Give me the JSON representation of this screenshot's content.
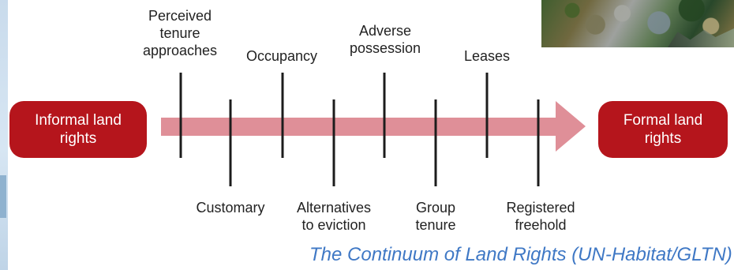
{
  "diagram": {
    "colors": {
      "box_fill": "#b5151c",
      "arrow_fill": "#df8f98",
      "marker_line": "#1c1c1c",
      "caption_text": "#3f78c5"
    },
    "left_box": {
      "label": "Informal land\nrights"
    },
    "right_box": {
      "label": "Formal land\nrights"
    },
    "top_labels": [
      "Perceived\ntenure\napproaches",
      "Occupancy",
      "Adverse\npossession",
      "Leases"
    ],
    "bottom_labels": [
      "Customary",
      "Alternatives\nto eviction",
      "Group\ntenure",
      "Registered\nfreehold"
    ],
    "caption": "The Continuum of Land Rights (UN-Habitat/GLTN)"
  }
}
